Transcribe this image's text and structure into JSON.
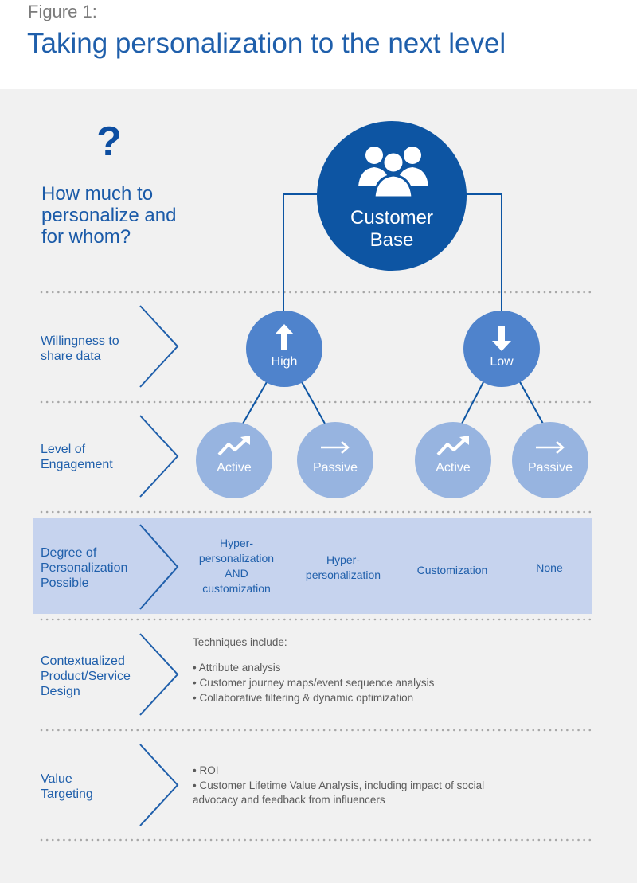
{
  "header": {
    "figure_label": "Figure 1:",
    "title": "Taking personalization to the next level"
  },
  "question": {
    "mark": "?",
    "text": "How much to\npersonalize and\nfor whom?"
  },
  "root": {
    "label": "Customer\nBase",
    "icon": "people-group-icon"
  },
  "rows": {
    "willingness": "Willingness to\nshare data",
    "engagement": "Level of\nEngagement",
    "degree": "Degree of\nPersonalization\nPossible",
    "contextualized": "Contextualized\nProduct/Service\nDesign",
    "value": "Value\nTargeting"
  },
  "willingness_nodes": [
    {
      "label": "High",
      "icon": "arrow-up-icon"
    },
    {
      "label": "Low",
      "icon": "arrow-down-icon"
    }
  ],
  "engagement_nodes": [
    {
      "label": "Active",
      "icon": "trend-up-icon"
    },
    {
      "label": "Passive",
      "icon": "arrow-right-icon"
    },
    {
      "label": "Active",
      "icon": "trend-up-icon"
    },
    {
      "label": "Passive",
      "icon": "arrow-right-icon"
    }
  ],
  "degree_values": [
    "Hyper-\npersonalization\nAND\ncustomization",
    "Hyper-\npersonalization",
    "Customization",
    "None"
  ],
  "techniques": {
    "header": "Techniques include:",
    "items": [
      "• Attribute analysis",
      "• Customer journey maps/event sequence analysis",
      "• Collaborative filtering & dynamic optimization"
    ]
  },
  "value_targeting": {
    "items": [
      "• ROI",
      "• Customer Lifetime Value Analysis, including impact of social\nadvocacy and feedback from influencers"
    ]
  },
  "colors": {
    "dark_blue": "#0d55a3",
    "mid_blue": "#4f83cc",
    "light_blue": "#97b4e0",
    "band": "#c6d3ee",
    "panel": "#f1f1f1",
    "title": "#1f5fab"
  }
}
